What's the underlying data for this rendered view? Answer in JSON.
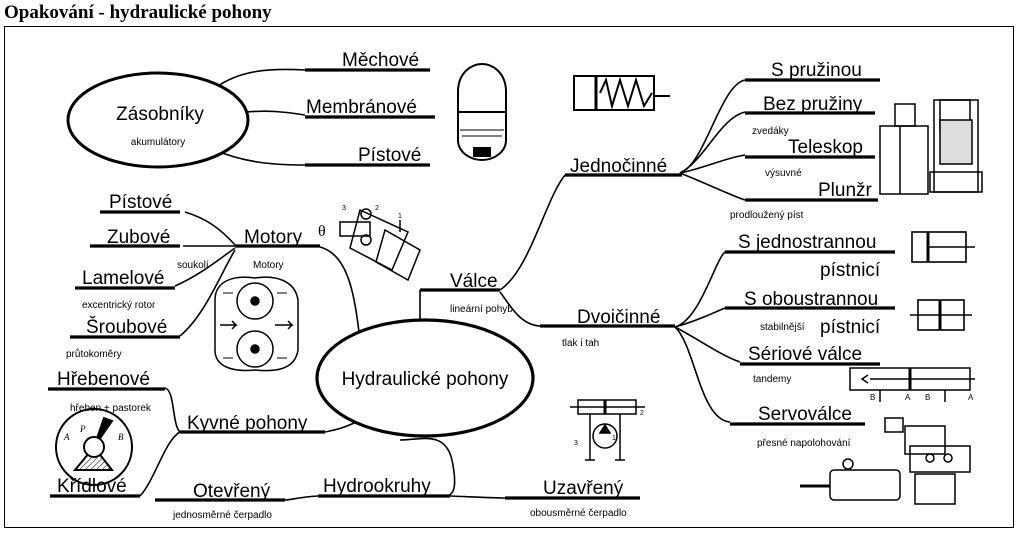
{
  "title": "Opakování - hydraulické pohony",
  "center": "Hydraulické pohony",
  "accumulators": {
    "title": "Zásobníky",
    "subtitle": "akumulátory",
    "items": [
      "Měchové",
      "Membránové",
      "Pístové"
    ]
  },
  "motors": {
    "label": "Motory",
    "caption": "Motory",
    "items": [
      {
        "label": "Pístové",
        "note": ""
      },
      {
        "label": "Zubové",
        "note": "soukolí"
      },
      {
        "label": "Lamelové",
        "note": "excentrický rotor"
      },
      {
        "label": "Šroubové",
        "note": "průtokoměry"
      }
    ]
  },
  "swing": {
    "label": "Kyvné pohony",
    "items": [
      {
        "label": "Hřebenové",
        "note": "hřeben + pastorek"
      },
      {
        "label": "Křídlové",
        "note": ""
      }
    ]
  },
  "circuits": {
    "label": "Hydrookruhy",
    "open": {
      "label": "Otevřený",
      "note": "jednosměrné čerpadlo"
    },
    "closed": {
      "label": "Uzavřený",
      "note": "obousměrné čerpadlo"
    }
  },
  "cylinders": {
    "label": "Válce",
    "note": "lineární pohyb",
    "single": {
      "label": "Jednočinné",
      "items": [
        {
          "label": "S pružinou",
          "note": ""
        },
        {
          "label": "Bez pružiny",
          "note": "zvedáky"
        },
        {
          "label": "Teleskop",
          "note": "výsuvné"
        },
        {
          "label": "Plunžr",
          "note": "prodloužený píst"
        }
      ]
    },
    "double": {
      "label": "Dvoičinné",
      "note": "tlak i tah",
      "items": [
        {
          "label": "S jednostrannou",
          "label2": "pístnicí",
          "note": ""
        },
        {
          "label": "S oboustrannou",
          "label2": "pístnicí",
          "note": "stabilnější"
        },
        {
          "label": "Sériové válce",
          "note": "tandemy"
        },
        {
          "label": "Servoválce",
          "note": "přesné napolohování"
        }
      ]
    }
  },
  "symbol_text": {
    "theta": "θ",
    "pump_nums": [
      "3",
      "2",
      "1"
    ],
    "series_labels": [
      "B",
      "A",
      "B",
      "A"
    ],
    "rotary_labels": [
      "A",
      "B",
      "P"
    ]
  }
}
